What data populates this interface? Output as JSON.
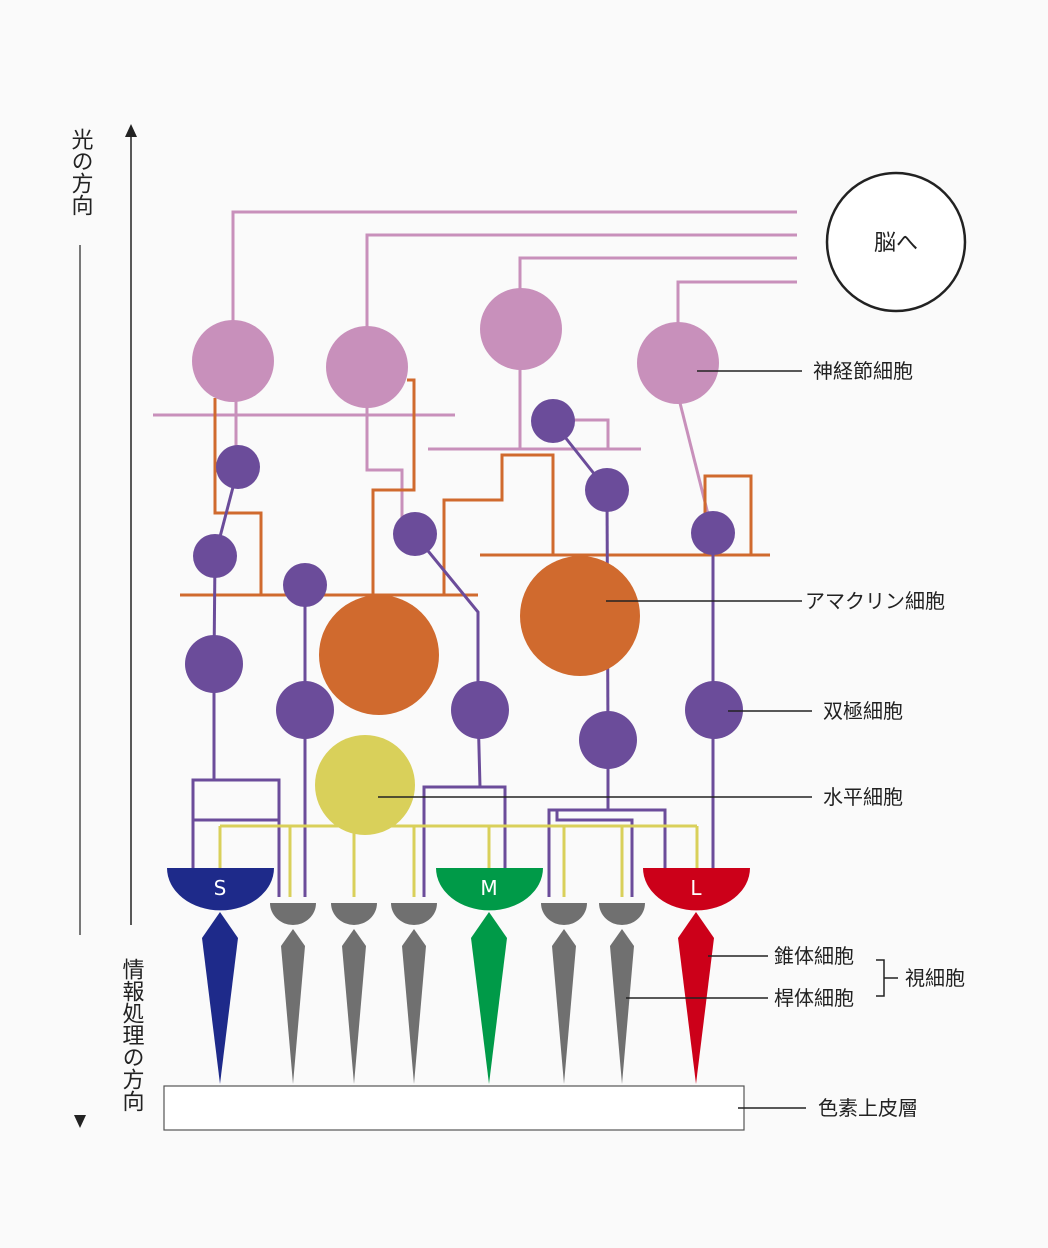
{
  "direction_labels": {
    "light": "光の方向",
    "information": "情報処理の方向"
  },
  "brain_label": "脳へ",
  "labels": {
    "ganglion": "神経節細胞",
    "amacrine": "アマクリン細胞",
    "bipolar": "双極細胞",
    "horizontal": "水平細胞",
    "cone": "錐体細胞",
    "rod": "桿体細胞",
    "photoreceptor": "視細胞",
    "rpe": "色素上皮層"
  },
  "cone_types": [
    "S",
    "M",
    "L"
  ],
  "colors": {
    "ganglion": "#c890bb",
    "bipolar": "#6b4c9a",
    "amacrine": "#d06a2e",
    "horizontal": "#d9d05a",
    "cone_s": "#1e2a8a",
    "cone_m": "#009a48",
    "cone_l": "#cc0019",
    "rod": "#707070"
  }
}
